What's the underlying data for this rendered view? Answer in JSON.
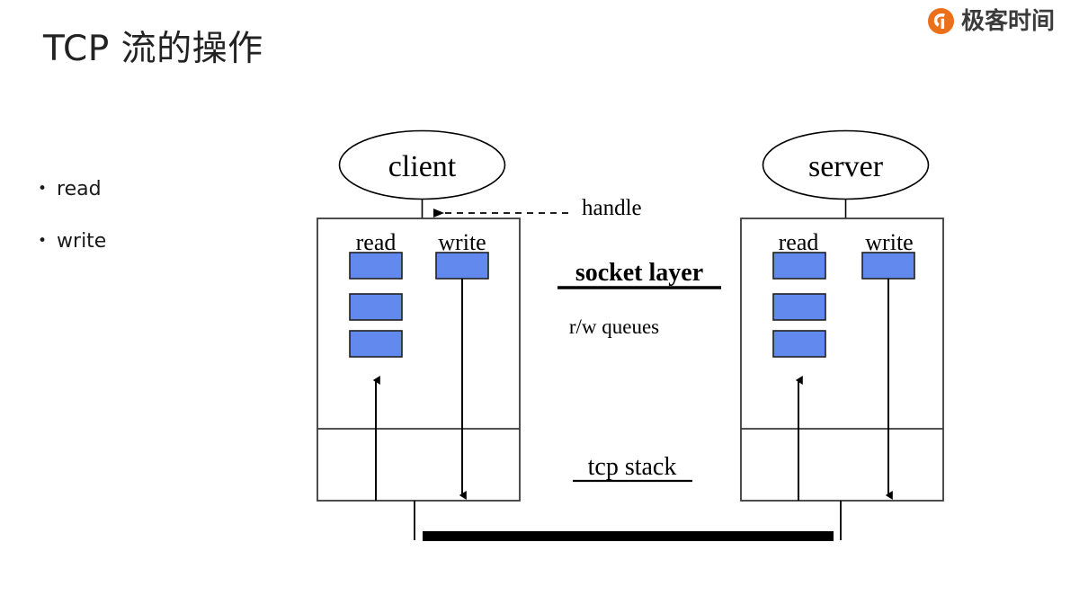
{
  "brand": {
    "logo_icon": "geekbang-circle-logo-icon",
    "wordmark": "极客时间",
    "logo_color": "#ec6f1a"
  },
  "slide": {
    "title": "TCP 流的操作"
  },
  "bullets": {
    "marker": "•",
    "items": [
      {
        "label": "read"
      },
      {
        "label": "write"
      }
    ]
  },
  "diagram": {
    "type": "architecture-diagram",
    "queue_fill_color": "#6189ee",
    "stroke_color": "#000000",
    "nodes": {
      "client": {
        "label": "client",
        "shape": "ellipse"
      },
      "server": {
        "label": "server",
        "shape": "ellipse"
      }
    },
    "annotations": {
      "handle": "handle",
      "socket_layer": "socket layer",
      "rw_queues": "r/w queues",
      "tcp_stack": "tcp stack"
    },
    "columns": {
      "read_label": "read",
      "write_label": "write"
    },
    "stacks": [
      {
        "name": "client-stack",
        "read_queue_blocks": 3,
        "write_queue_blocks": 1,
        "read_label": "read",
        "write_label": "write"
      },
      {
        "name": "server-stack",
        "read_queue_blocks": 3,
        "write_queue_blocks": 1,
        "read_label": "read",
        "write_label": "write"
      }
    ],
    "network_link": {
      "name": "network-medium",
      "style": "thick-bar"
    }
  }
}
